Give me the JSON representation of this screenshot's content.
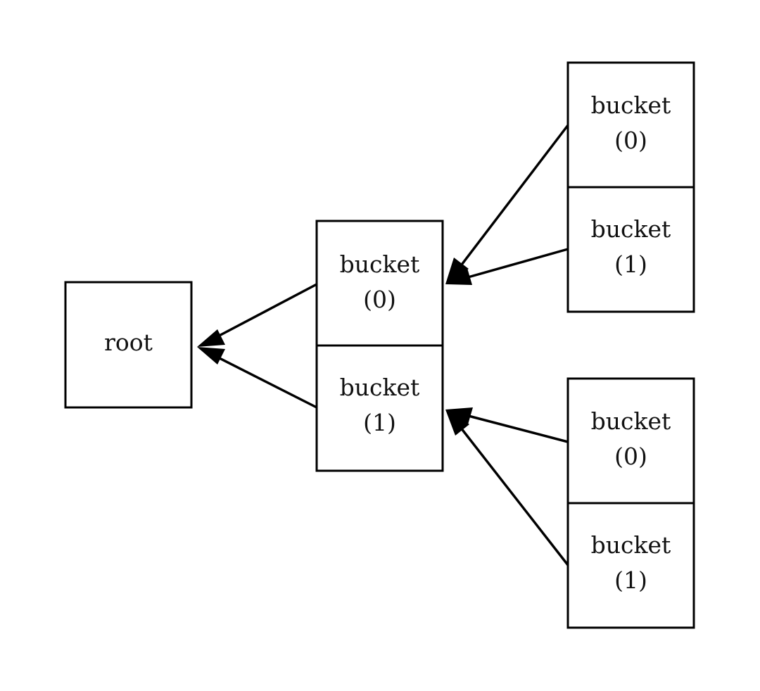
{
  "diagram": {
    "root": {
      "label": "root"
    },
    "middle": {
      "bucket0": {
        "line1": "bucket",
        "line2": "(0)"
      },
      "bucket1": {
        "line1": "bucket",
        "line2": "(1)"
      }
    },
    "top_right": {
      "bucket0": {
        "line1": "bucket",
        "line2": "(0)"
      },
      "bucket1": {
        "line1": "bucket",
        "line2": "(1)"
      }
    },
    "bottom_right": {
      "bucket0": {
        "line1": "bucket",
        "line2": "(0)"
      },
      "bucket1": {
        "line1": "bucket",
        "line2": "(1)"
      }
    },
    "colors": {
      "stroke": "#000000",
      "background": "#ffffff"
    }
  }
}
